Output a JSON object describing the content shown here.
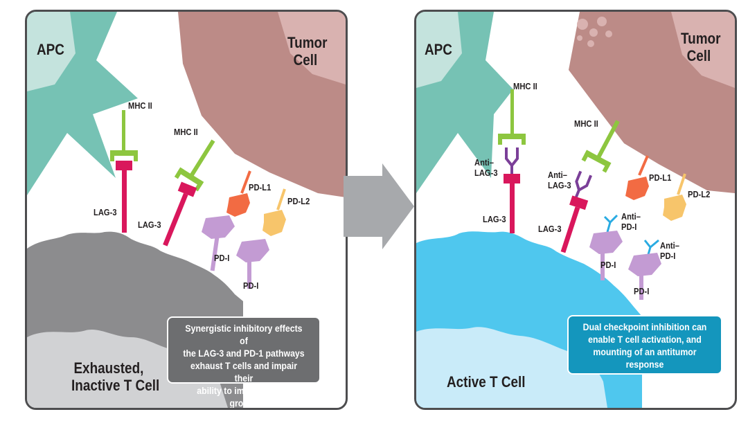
{
  "left_panel": {
    "apc": "APC",
    "tumor": [
      "Tumor",
      "Cell"
    ],
    "mhc_a": "MHC II",
    "mhc_b": "MHC II",
    "lag3_a": "LAG-3",
    "lag3_b": "LAG-3",
    "pdl1": "PD-L1",
    "pdl2": "PD-L2",
    "pd1_a": "PD-I",
    "pd1_b": "PD-I",
    "tcell": [
      "Exhausted,",
      "Inactive T Cell"
    ],
    "callout": [
      "Synergistic inhibitory effects of",
      "the LAG-3 and PD-1 pathways",
      "exhaust T cells and impair their",
      "ability to impede tumor growth"
    ]
  },
  "right_panel": {
    "apc": "APC",
    "tumor": [
      "Tumor",
      "Cell"
    ],
    "mhc_a": "MHC II",
    "mhc_b": "MHC II",
    "anti_lag3_a": [
      "Anti–",
      "LAG-3"
    ],
    "anti_lag3_b": [
      "Anti–",
      "LAG-3"
    ],
    "lag3_a": "LAG-3",
    "lag3_b": "LAG-3",
    "pdl1": "PD-L1",
    "pdl2": "PD-L2",
    "anti_pd1_a": [
      "Anti–",
      "PD-I"
    ],
    "anti_pd1_b": [
      "Anti–",
      "PD-I"
    ],
    "pd1_a": "PD-I",
    "pd1_b": "PD-I",
    "tcell": "Active T Cell",
    "callout": [
      "Dual checkpoint inhibition can",
      "enable T cell activation, and",
      "mounting of an antitumor response"
    ]
  },
  "colors": {
    "apc_teal": "#76c2b4",
    "apc_light": "#c4e3dd",
    "tumor": "#bc8b87",
    "tumor_light": "#d9b2b0",
    "exhausted_tcell": "#8c8c8e",
    "exhausted_light": "#d1d2d4",
    "active_tcell": "#4fc7ee",
    "active_light": "#c9ebf9",
    "mhc": "#8dc63f",
    "lag3": "#d9175c",
    "pdl1": "#f26b43",
    "pdl2": "#f7c56b",
    "pd1": "#c39bd3",
    "anti_lag3": "#7b3f98",
    "anti_pd1": "#29abe2",
    "arrow": "#a7a9ac"
  }
}
